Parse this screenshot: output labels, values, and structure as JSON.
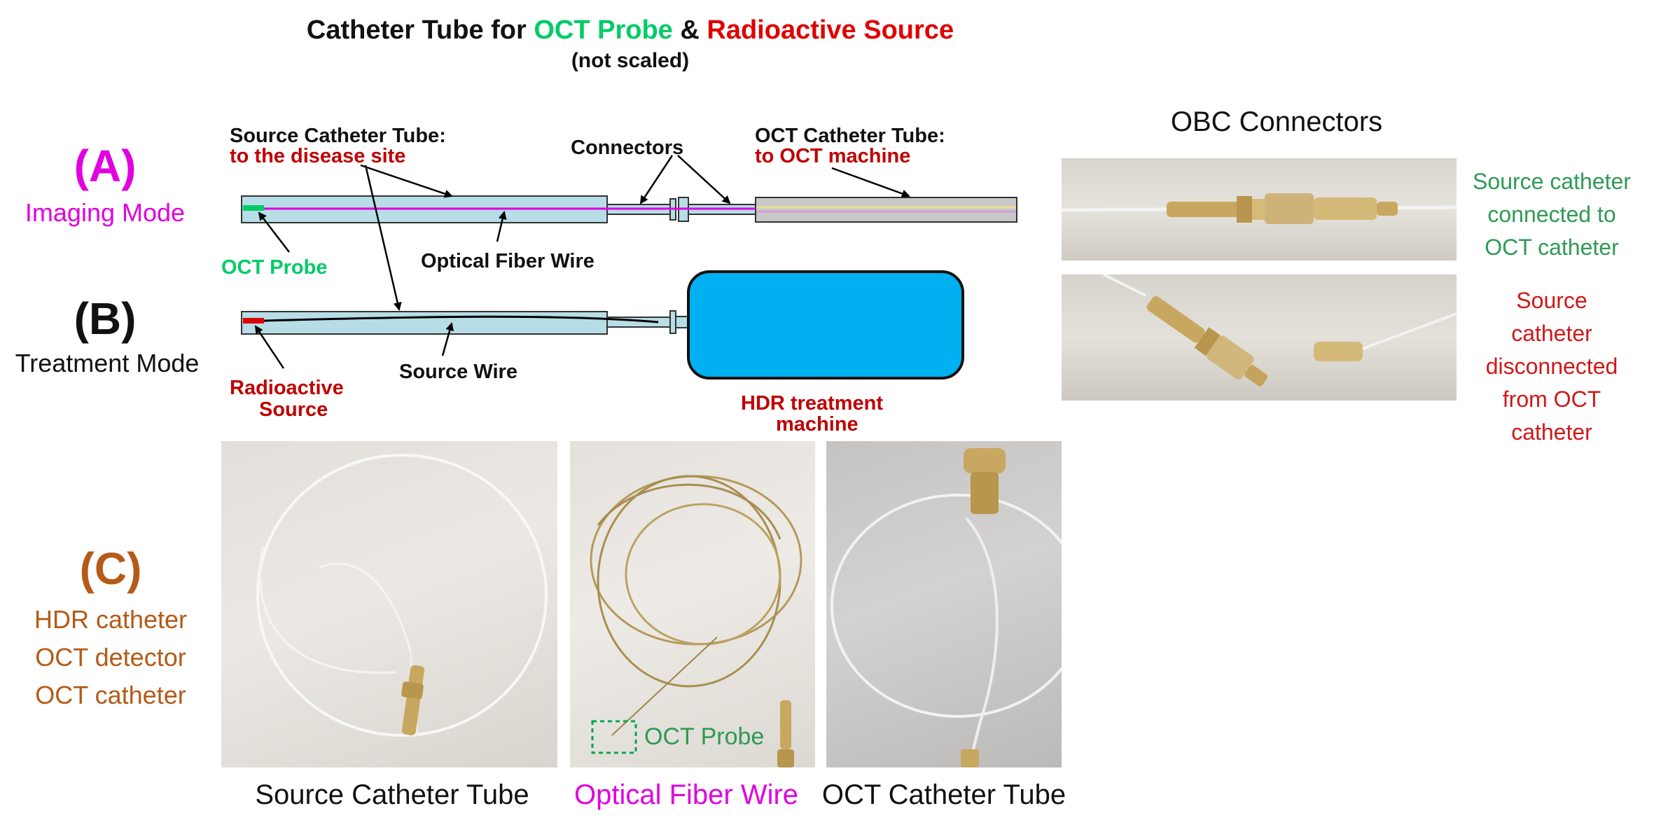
{
  "title": {
    "prefix": "Catheter Tube for ",
    "part_oct": "OCT Probe",
    "amp": " & ",
    "part_rad": "Radioactive Source",
    "subtitle": "(not scaled)"
  },
  "colors": {
    "green": "#00cc66",
    "red": "#e00000",
    "magenta": "#e000e0",
    "brown": "#b55a17",
    "tube_fill": "#b7dde6",
    "hdr_machine": "#00b0f0",
    "oct_tube_fill": "#c8c8c8",
    "label_green": "#2e9a55",
    "label_red": "#d01818"
  },
  "mode_a": {
    "letter": "(A)",
    "text": "Imaging Mode"
  },
  "mode_b": {
    "letter": "(B)",
    "text": "Treatment Mode"
  },
  "mode_c": {
    "letter": "(C)",
    "lines": [
      "HDR catheter",
      "OCT detector",
      "OCT catheter"
    ]
  },
  "labels": {
    "source_catheter_tube": "Source Catheter Tube:",
    "to_disease_site": "to the disease site",
    "connectors": "Connectors",
    "oct_catheter_tube": "OCT Catheter Tube:",
    "to_oct_machine": "to OCT machine",
    "oct_probe": "OCT Probe",
    "optical_fiber_wire": "Optical Fiber Wire",
    "radioactive": "Radioactive",
    "source": "Source",
    "source_wire": "Source Wire",
    "hdr_line1": "HDR  treatment",
    "hdr_line2": "machine"
  },
  "obc": {
    "title": "OBC Connectors",
    "connected": [
      "Source catheter",
      "connected to",
      "OCT catheter"
    ],
    "disconnected": [
      "Source",
      "catheter",
      "disconnected",
      "from OCT",
      "catheter"
    ]
  },
  "photos": {
    "source_catheter_tube": "Source Catheter Tube",
    "optical_fiber_wire": "Optical Fiber Wire",
    "oct_catheter_tube": "OCT Catheter Tube",
    "oct_probe_inset": "OCT Probe"
  }
}
